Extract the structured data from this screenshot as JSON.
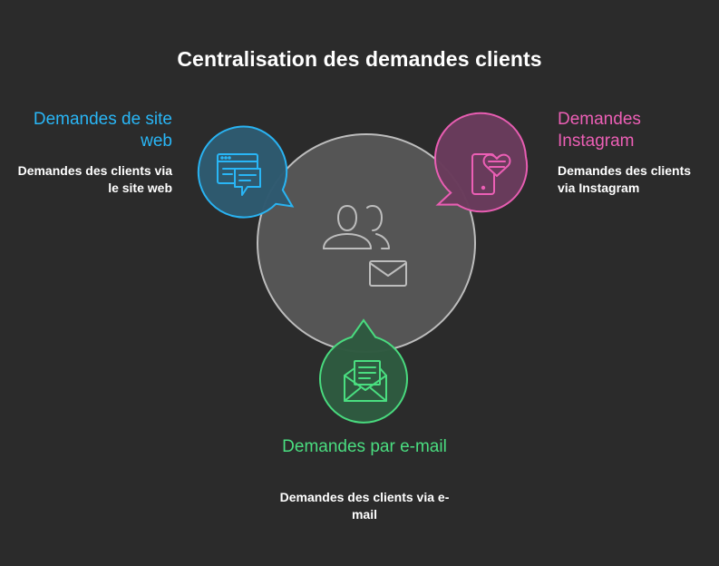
{
  "title": "Centralisation des demandes clients",
  "colors": {
    "background": "#2b2b2b",
    "center_fill": "#555555",
    "center_stroke": "#bdbdbd",
    "website": "#29b6f6",
    "instagram": "#ec5fb5",
    "email": "#4ade80"
  },
  "nodes": {
    "center": {
      "icons": [
        "users-icon",
        "envelope-icon"
      ]
    },
    "website": {
      "title": "Demandes de site web",
      "description": "Demandes des clients via le site web",
      "icon": "browser-chat-icon"
    },
    "instagram": {
      "title": "Demandes Instagram",
      "description": "Demandes des clients via Instagram",
      "icon": "phone-heart-icon"
    },
    "email": {
      "title": "Demandes par e-mail",
      "description": "Demandes des clients via e-mail",
      "icon": "open-mail-letter-icon"
    }
  }
}
